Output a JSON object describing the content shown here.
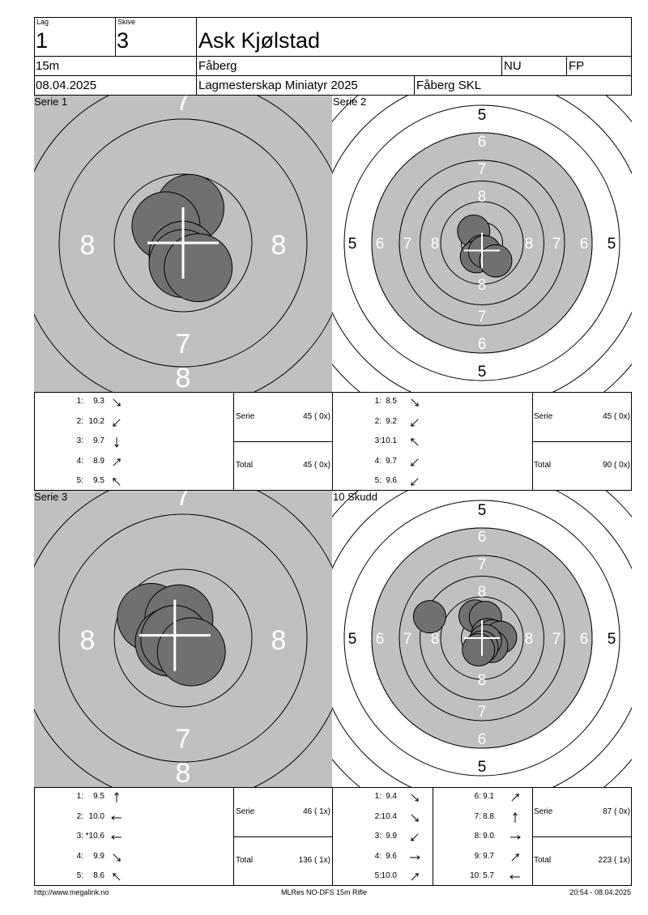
{
  "header": {
    "lag_label": "Lag",
    "lag_value": "1",
    "skive_label": "Skive",
    "skive_value": "3",
    "shooter_name": "Ask Kjølstad",
    "distance": "15m",
    "club": "Fåberg",
    "class1": "NU",
    "class2": "FP",
    "date": "08.04.2025",
    "event": "Lagmesterskap Miniatyr 2025",
    "organizer": "Fåberg SKL"
  },
  "targets": [
    {
      "title": "Serie 1",
      "zoom": true,
      "ring_numbers": [
        "7",
        "8",
        "8",
        "7",
        "8",
        "7",
        "8",
        "7"
      ],
      "hits": [
        [
          0.25,
          1.25
        ],
        [
          -0.62,
          0.62
        ],
        [
          0.0,
          -0.45
        ],
        [
          0.0,
          -0.75
        ],
        [
          0.55,
          -0.9
        ]
      ],
      "center": [
        0.0,
        0.0
      ],
      "cross_offset": [
        0.0,
        0.0
      ]
    },
    {
      "title": "Serie 2",
      "zoom": false,
      "ring_numbers": [
        "5",
        "6",
        "7",
        "8",
        "8",
        "7",
        "6",
        "5",
        "8",
        "7",
        "6",
        "5",
        "5",
        "6",
        "7",
        "8"
      ],
      "hits": [
        [
          -0.6,
          0.85
        ],
        [
          0.0,
          -0.6
        ],
        [
          -0.4,
          -1.0
        ],
        [
          0.2,
          -0.65
        ],
        [
          1.0,
          -1.3
        ]
      ],
      "center": [
        0.0,
        0.0
      ],
      "cross_offset": [
        0.0,
        -0.55
      ]
    },
    {
      "title": "Serie 3",
      "zoom": true,
      "ring_numbers": [
        "7",
        "8",
        "8",
        "7",
        "8",
        "7",
        "8",
        "7"
      ],
      "hits": [
        [
          -1.15,
          0.75
        ],
        [
          -0.15,
          0.7
        ],
        [
          -0.5,
          -0.15
        ],
        [
          -0.3,
          -0.05
        ],
        [
          0.3,
          -0.5
        ]
      ],
      "center": [
        0.0,
        0.0
      ],
      "cross_offset": [
        -0.3,
        0.1
      ]
    },
    {
      "title": "10 Skudd",
      "zoom": false,
      "ring_numbers": [
        "5",
        "6",
        "7",
        "8",
        "8",
        "7",
        "6",
        "5",
        "8",
        "7",
        "6",
        "5",
        "5",
        "6",
        "7",
        "8"
      ],
      "hits": [
        [
          -0.5,
          1.6
        ],
        [
          0.25,
          1.5
        ],
        [
          -3.8,
          1.55
        ],
        [
          0.4,
          0.25
        ],
        [
          0.75,
          0.15
        ],
        [
          1.35,
          0.05
        ],
        [
          0.7,
          -0.6
        ],
        [
          0.25,
          -0.2
        ],
        [
          0.0,
          -0.65
        ],
        [
          -0.25,
          -0.85
        ]
      ],
      "center": [
        0.0,
        0.0
      ],
      "cross_offset": [
        0.0,
        0.0
      ]
    }
  ],
  "series_tables": [
    {
      "shots": [
        {
          "n": "1:",
          "v": "9.3",
          "dir": "down-right"
        },
        {
          "n": "2:",
          "v": "10.2",
          "dir": "down-left"
        },
        {
          "n": "3:",
          "v": "9.7",
          "dir": "down"
        },
        {
          "n": "4:",
          "v": "8.9",
          "dir": "up-right"
        },
        {
          "n": "5:",
          "v": "9.5",
          "dir": "up-left"
        }
      ],
      "serie_label": "Serie",
      "serie_value": "45 ( 0x)",
      "total_label": "Total",
      "total_value": "45 ( 0x)"
    },
    {
      "shots": [
        {
          "n": "1:",
          "v": "8.5",
          "dir": "down-right"
        },
        {
          "n": "2:",
          "v": "9.2",
          "dir": "down-left"
        },
        {
          "n": "3:",
          "v": "10.1",
          "dir": "up-left"
        },
        {
          "n": "4:",
          "v": "9.7",
          "dir": "down-left"
        },
        {
          "n": "5:",
          "v": "9.6",
          "dir": "down-left"
        }
      ],
      "serie_label": "Serie",
      "serie_value": "45 ( 0x)",
      "total_label": "Total",
      "total_value": "90 ( 0x)"
    },
    {
      "shots": [
        {
          "n": "1:",
          "v": "9.5",
          "dir": "up"
        },
        {
          "n": "2:",
          "v": "10.0",
          "dir": "left"
        },
        {
          "n": "3:",
          "v": "*10.6",
          "dir": "left"
        },
        {
          "n": "4:",
          "v": "9.9",
          "dir": "down-right"
        },
        {
          "n": "5:",
          "v": "8.6",
          "dir": "up-left"
        }
      ],
      "serie_label": "Serie",
      "serie_value": "46 ( 1x)",
      "total_label": "Total",
      "total_value": "136 ( 1x)"
    },
    {
      "shots_left": [
        {
          "n": "1:",
          "v": "9.4",
          "dir": "down-right"
        },
        {
          "n": "2:",
          "v": "10.4",
          "dir": "down-right"
        },
        {
          "n": "3:",
          "v": "9.9",
          "dir": "down-left"
        },
        {
          "n": "4:",
          "v": "9.6",
          "dir": "right"
        },
        {
          "n": "5:",
          "v": "10.0",
          "dir": "up-right"
        }
      ],
      "shots_right": [
        {
          "n": "6:",
          "v": "9.1",
          "dir": "up-right"
        },
        {
          "n": "7:",
          "v": "8.8",
          "dir": "up"
        },
        {
          "n": "8:",
          "v": "9.0",
          "dir": "right"
        },
        {
          "n": "9:",
          "v": "9.7",
          "dir": "up-right"
        },
        {
          "n": "10:",
          "v": "5.7",
          "dir": "left"
        }
      ],
      "serie_label": "Serie",
      "serie_value": "87 ( 0x)",
      "total_label": "Total",
      "total_value": "223 ( 1x)"
    }
  ],
  "footer": {
    "url": "http://www.megalink.no",
    "software": "MLRes NO-DFS 15m Rifle",
    "printed": "20:54 - 08.04.2025"
  }
}
